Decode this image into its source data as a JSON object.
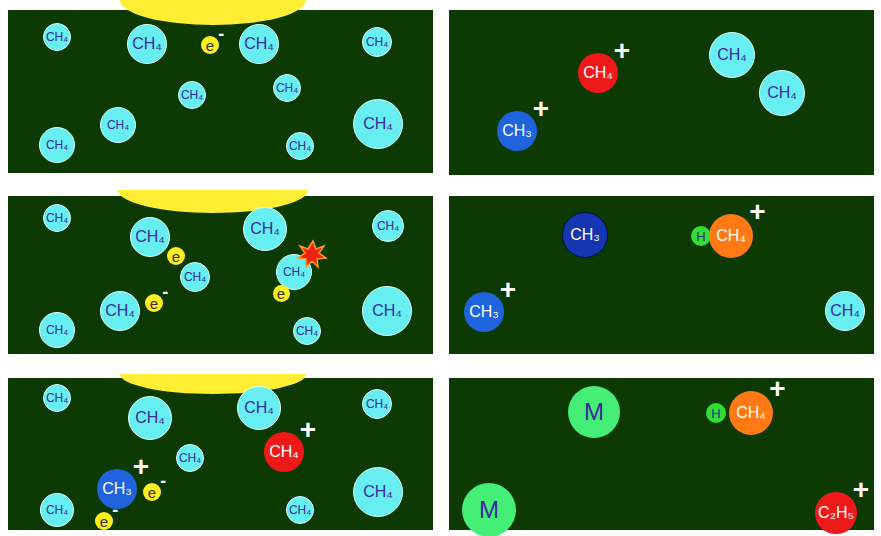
{
  "diagram": {
    "nodes": [
      {
        "text": [
          "CH₄"
        ]
      },
      {
        "text": [
          "CH₄"
        ]
      },
      {
        "text": [
          "e",
          "-"
        ]
      },
      {
        "text": [
          "CH₄"
        ]
      },
      {
        "text": [
          "CH₄"
        ]
      },
      {
        "text": [
          "CH₄"
        ]
      },
      {
        "text": [
          "CH₄"
        ]
      },
      {
        "text": [
          "CH₄"
        ]
      },
      {
        "text": [
          "CH₄"
        ]
      },
      {
        "text": [
          "CH₄"
        ]
      },
      {
        "text": [
          "CH₄"
        ]
      },
      {
        "text": [
          "CH₄",
          "+"
        ]
      },
      {
        "text": [
          "CH₄"
        ]
      },
      {
        "text": [
          "CH₄"
        ]
      },
      {
        "text": [
          "CH₃",
          "+"
        ]
      },
      {
        "text": [
          "CH₄"
        ]
      },
      {
        "text": [
          "CH₄"
        ]
      },
      {
        "text": [
          "e"
        ]
      },
      {
        "text": [
          "CH₄"
        ]
      },
      {
        "text": [
          "CH₄"
        ]
      },
      {
        "text": [
          "CH₄"
        ]
      },
      {
        "text": [
          "CH₄"
        ]
      },
      {
        "text": [
          "e"
        ]
      },
      {
        "text": [
          "CH₄"
        ]
      },
      {
        "text": [
          "e",
          "-"
        ]
      },
      {
        "text": [
          "CH₄"
        ]
      },
      {
        "text": [
          "CH₄"
        ]
      },
      {
        "text": [
          "CH₄"
        ]
      },
      {
        "text": [
          "CH₃"
        ]
      },
      {
        "text": [
          "H"
        ]
      },
      {
        "text": [
          "CH₄",
          "+"
        ]
      },
      {
        "text": [
          "CH₃",
          "+"
        ]
      },
      {
        "text": [
          "CH₄"
        ]
      },
      {
        "text": [
          "CH₄"
        ]
      },
      {
        "text": [
          "CH₄"
        ]
      },
      {
        "text": [
          "CH₄"
        ]
      },
      {
        "text": [
          "CH₄"
        ]
      },
      {
        "text": [
          "CH₄"
        ]
      },
      {
        "text": [
          "CH₄",
          "+"
        ]
      },
      {
        "text": [
          "CH₃",
          "+"
        ]
      },
      {
        "text": [
          "e",
          "-"
        ]
      },
      {
        "text": [
          "CH₄"
        ]
      },
      {
        "text": [
          "CH₄"
        ]
      },
      {
        "text": [
          "CH₄"
        ]
      },
      {
        "text": [
          "e",
          "-"
        ]
      },
      {
        "text": [
          "M"
        ]
      },
      {
        "text": [
          "H"
        ]
      },
      {
        "text": [
          "CH₄",
          "+"
        ]
      },
      {
        "text": [
          "M"
        ]
      },
      {
        "text": [
          "C₂H₅",
          "+"
        ]
      }
    ]
  }
}
